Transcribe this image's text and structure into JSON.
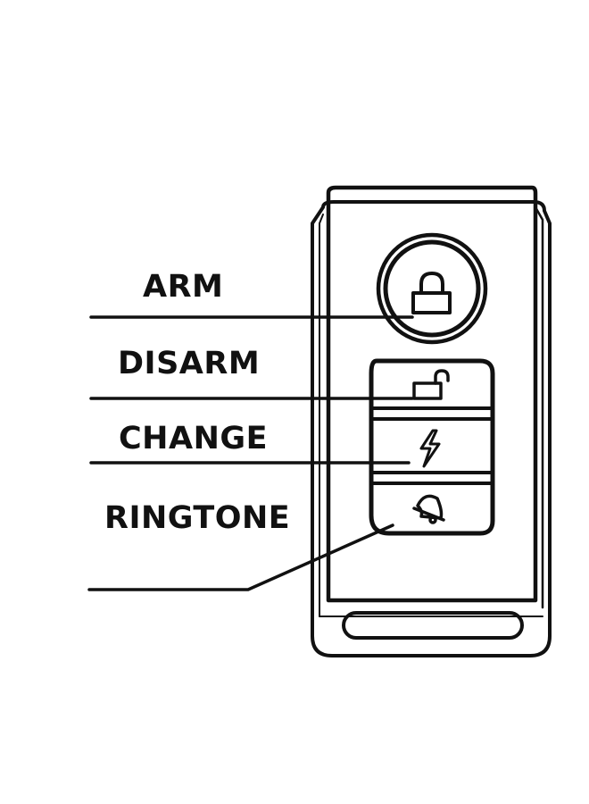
{
  "labels": {
    "arm": "ARM",
    "disarm": "DISARM",
    "change": "CHANGE",
    "ringtone": "RINGTONE"
  },
  "icons": {
    "arm": "lock-icon",
    "disarm": "unlock-icon",
    "change": "lightning-icon",
    "ringtone": "bell-icon"
  },
  "colors": {
    "line": "#111111",
    "background": "#ffffff"
  }
}
